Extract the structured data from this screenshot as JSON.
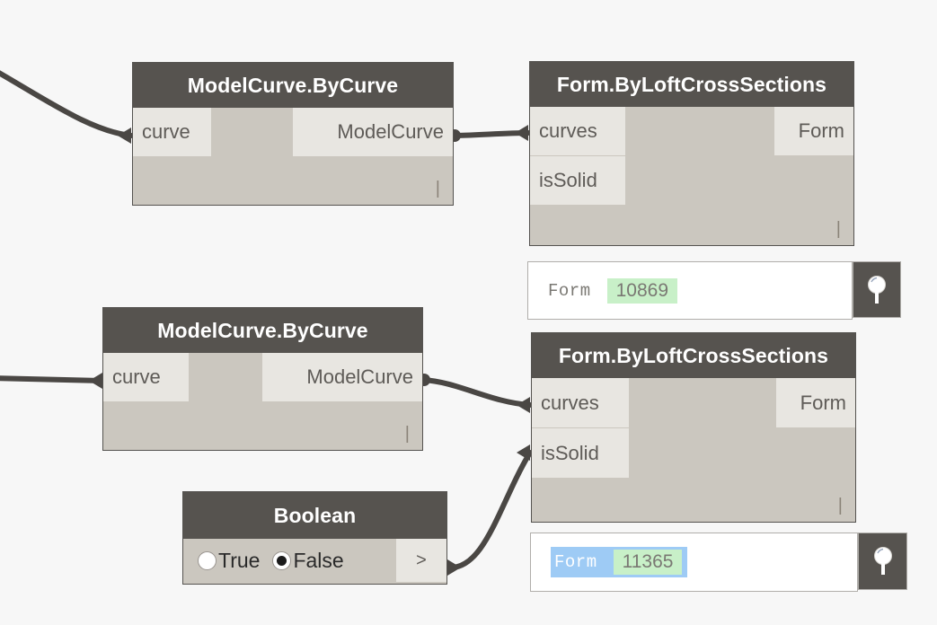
{
  "canvas": {
    "background": "#f7f7f7",
    "node_header_color": "#56534f",
    "node_body_color": "#cbc7bf",
    "port_color": "#e8e6e1",
    "wire_color": "#4a4744",
    "highlight_green": "#c8f0c8",
    "selection_blue": "#9ecbf5"
  },
  "nodes": [
    {
      "id": "modelcurve-1",
      "title": "ModelCurve.ByCurve",
      "inputs": [
        "curve"
      ],
      "outputs": [
        "ModelCurve"
      ],
      "lacing": "|"
    },
    {
      "id": "form-1",
      "title": "Form.ByLoftCrossSections",
      "inputs": [
        "curves",
        "isSolid"
      ],
      "outputs": [
        "Form"
      ],
      "lacing": "|"
    },
    {
      "id": "modelcurve-2",
      "title": "ModelCurve.ByCurve",
      "inputs": [
        "curve"
      ],
      "outputs": [
        "ModelCurve"
      ],
      "lacing": "|"
    },
    {
      "id": "form-2",
      "title": "Form.ByLoftCrossSections",
      "inputs": [
        "curves",
        "isSolid"
      ],
      "outputs": [
        "Form"
      ],
      "lacing": "|"
    },
    {
      "id": "boolean-1",
      "title": "Boolean",
      "options": [
        {
          "label": "True",
          "selected": false
        },
        {
          "label": "False",
          "selected": true
        }
      ],
      "output_symbol": ">"
    }
  ],
  "watches": [
    {
      "id": "watch-1",
      "key": "Form",
      "value": "10869",
      "selected": false,
      "zoom_icon": "magnifier-icon"
    },
    {
      "id": "watch-2",
      "key": "Form",
      "value": "11365",
      "selected": true,
      "zoom_icon": "magnifier-icon"
    }
  ]
}
